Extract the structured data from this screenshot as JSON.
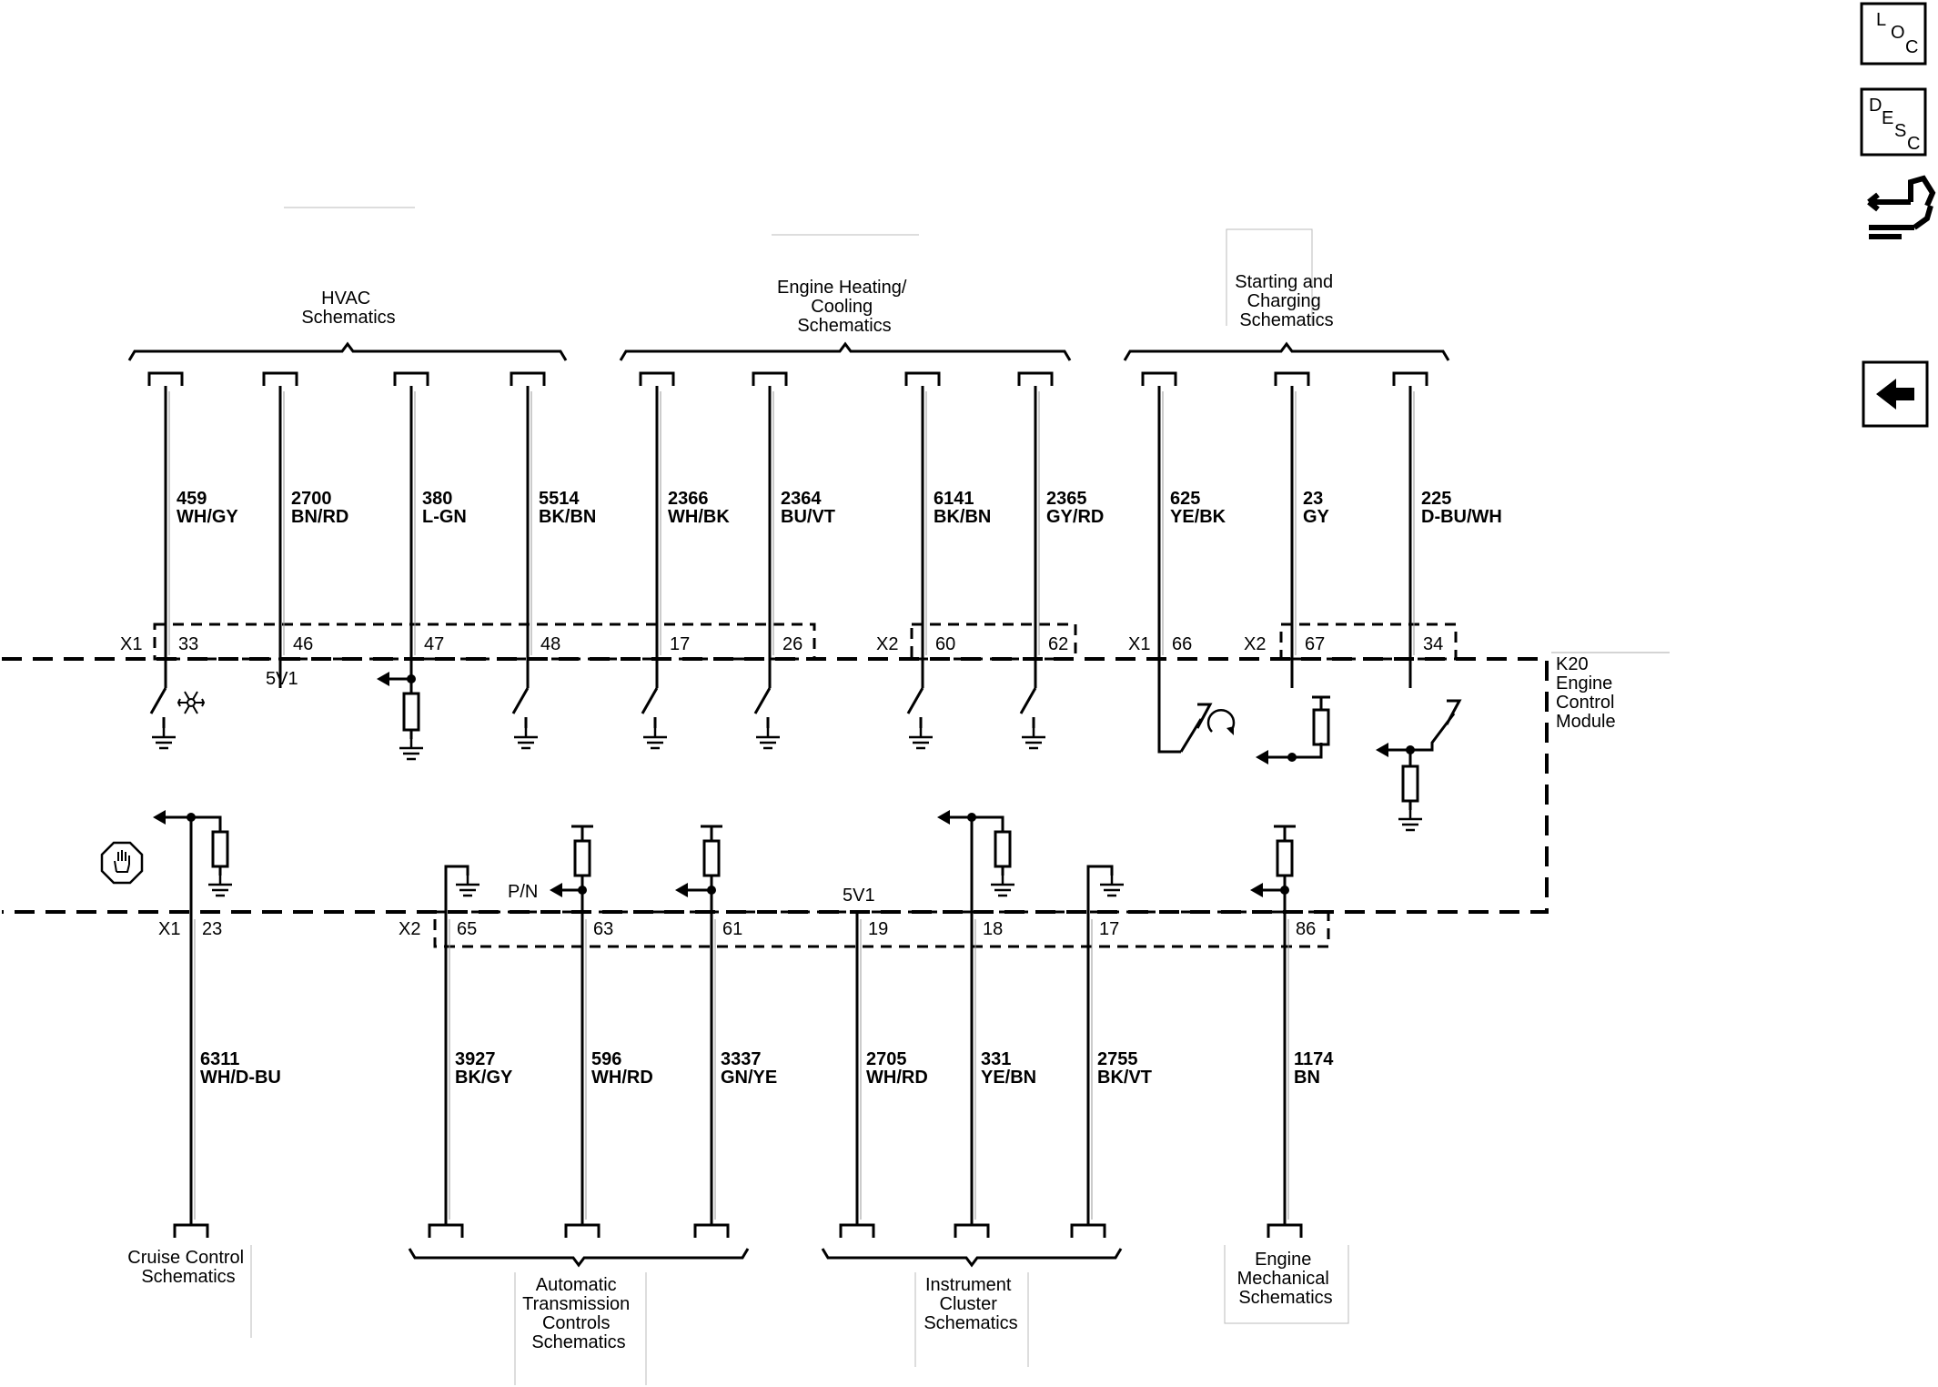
{
  "module": {
    "line1": "K20",
    "line2": "Engine",
    "line3": "Control",
    "line4": "Module"
  },
  "groups": {
    "hvac": [
      "HVAC",
      "Schematics"
    ],
    "engine_heating": [
      "Engine Heating/",
      "Cooling",
      "Schematics"
    ],
    "starting": [
      "Starting and",
      "Charging",
      "Schematics"
    ],
    "cruise": [
      "Cruise Control",
      "Schematics"
    ],
    "trans": [
      "Automatic",
      "Transmission",
      "Controls",
      "Schematics"
    ],
    "cluster": [
      "Instrument",
      "Cluster",
      "Schematics"
    ],
    "mechanical": [
      "Engine",
      "Mechanical",
      "Schematics"
    ]
  },
  "connectors": {
    "x1": "X1",
    "x2": "X2"
  },
  "signals": {
    "five_v1": "5V1",
    "pn": "P/N"
  },
  "top_wires": [
    {
      "circuit": "459",
      "color": "WH/GY",
      "pin": "33"
    },
    {
      "circuit": "2700",
      "color": "BN/RD",
      "pin": "46"
    },
    {
      "circuit": "380",
      "color": "L-GN",
      "pin": "47"
    },
    {
      "circuit": "5514",
      "color": "BK/BN",
      "pin": "48"
    },
    {
      "circuit": "2366",
      "color": "WH/BK",
      "pin": "17"
    },
    {
      "circuit": "2364",
      "color": "BU/VT",
      "pin": "26"
    },
    {
      "circuit": "6141",
      "color": "BK/BN",
      "pin": "60"
    },
    {
      "circuit": "2365",
      "color": "GY/RD",
      "pin": "62"
    },
    {
      "circuit": "625",
      "color": "YE/BK",
      "pin": "66"
    },
    {
      "circuit": "23",
      "color": "GY",
      "pin": "67"
    },
    {
      "circuit": "225",
      "color": "D-BU/WH",
      "pin": "34"
    }
  ],
  "bottom_wires": [
    {
      "circuit": "6311",
      "color": "WH/D-BU",
      "pin": "23"
    },
    {
      "circuit": "3927",
      "color": "BK/GY",
      "pin": "65"
    },
    {
      "circuit": "596",
      "color": "WH/RD",
      "pin": "63"
    },
    {
      "circuit": "3337",
      "color": "GN/YE",
      "pin": "61"
    },
    {
      "circuit": "2705",
      "color": "WH/RD",
      "pin": "19"
    },
    {
      "circuit": "331",
      "color": "YE/BN",
      "pin": "18"
    },
    {
      "circuit": "2755",
      "color": "BK/VT",
      "pin": "17"
    },
    {
      "circuit": "1174",
      "color": "BN",
      "pin": "86"
    }
  ],
  "nav": {
    "loc": [
      "L",
      "O",
      "C"
    ],
    "desc": [
      "D",
      "E",
      "S",
      "C"
    ],
    "icons": [
      "connector-tool-icon",
      "back-arrow-icon"
    ]
  }
}
